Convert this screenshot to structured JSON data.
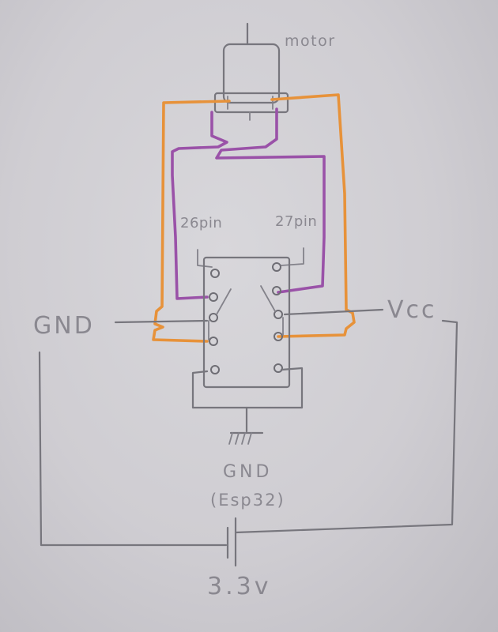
{
  "labels": {
    "motor": "motor",
    "pin_left": "26pin",
    "pin_right": "27pin",
    "gnd_left": "GND",
    "vcc": "Vcc",
    "gnd_esp": "GND",
    "esp": "(Esp32)",
    "voltage": "3.3v"
  },
  "colors": {
    "pencil": "#77767d",
    "orange_wire": "#e7923a",
    "purple_wire": "#9a52a8",
    "paper": "#d8d7db"
  }
}
